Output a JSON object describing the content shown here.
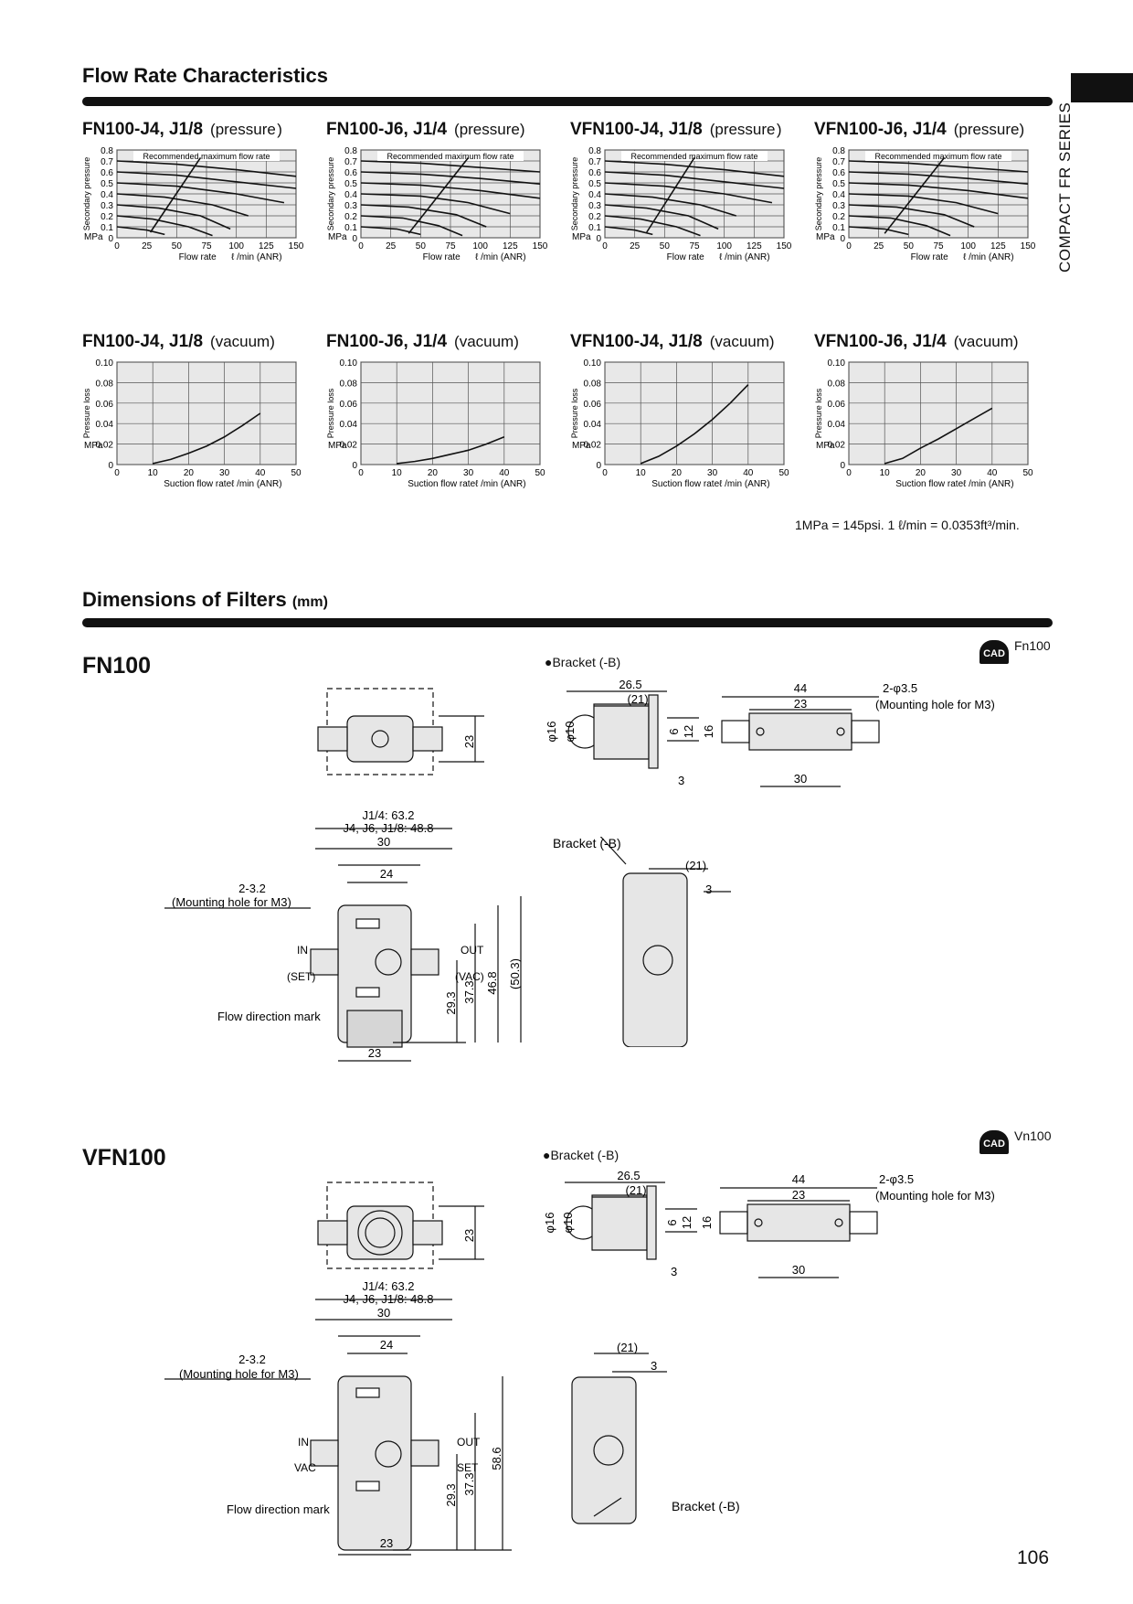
{
  "section1": {
    "title": "Flow Rate Characteristics"
  },
  "side_label": "COMPACT FR SERIES",
  "pressure_charts": [
    {
      "model": "FN100-J4, J1/8",
      "mode": "(pressure )"
    },
    {
      "model": "FN100-J6, J1/4",
      "mode": "(pressure)"
    },
    {
      "model": "VFN100-J4, J1/8",
      "mode": "(pressure )"
    },
    {
      "model": "VFN100-J6, J1/4",
      "mode": "(pressure)"
    }
  ],
  "pressure_axis": {
    "ylabel": "Secondary pressure",
    "yunit": "MPa",
    "yticks": [
      "0",
      "0.1",
      "0.2",
      "0.3",
      "0.4",
      "0.5",
      "0.6",
      "0.7",
      "0.8"
    ],
    "xticks": [
      "0",
      "25",
      "50",
      "75",
      "100",
      "125",
      "150"
    ],
    "xlabel": "Flow rate",
    "xunit": "ℓ /min (ANR)",
    "annotation": "Recommended maximum flow rate"
  },
  "vacuum_charts": [
    {
      "model": "FN100-J4, J1/8",
      "mode": "(vacuum)"
    },
    {
      "model": "FN100-J6, J1/4",
      "mode": "(vacuum)"
    },
    {
      "model": "VFN100-J4, J1/8",
      "mode": "(vacuum)"
    },
    {
      "model": "VFN100-J6, J1/4",
      "mode": "(vacuum)"
    }
  ],
  "vacuum_axis": {
    "ylabel": "Pressure loss",
    "yunit": "MPa",
    "yticks": [
      "0",
      "0.02",
      "0.04",
      "0.06",
      "0.08",
      "0.10"
    ],
    "xticks": [
      "0",
      "10",
      "20",
      "30",
      "40",
      "50"
    ],
    "xlabel": "Suction flow rate",
    "xunit": "ℓ /min (ANR)"
  },
  "chart_data": [
    {
      "type": "line",
      "title": "FN100-J4, J1/8 (pressure)",
      "xlabel": "Flow rate ℓ /min (ANR)",
      "ylabel": "Secondary pressure MPa",
      "xlim": [
        0,
        150
      ],
      "ylim": [
        0,
        0.8
      ],
      "series": [
        {
          "x": [
            0,
            50,
            100,
            150
          ],
          "y": [
            0.7,
            0.67,
            0.62,
            0.56
          ]
        },
        {
          "x": [
            0,
            50,
            100,
            150
          ],
          "y": [
            0.6,
            0.57,
            0.51,
            0.45
          ]
        },
        {
          "x": [
            0,
            50,
            100,
            140
          ],
          "y": [
            0.5,
            0.47,
            0.4,
            0.32
          ]
        },
        {
          "x": [
            0,
            40,
            80,
            110
          ],
          "y": [
            0.4,
            0.37,
            0.3,
            0.2
          ]
        },
        {
          "x": [
            0,
            35,
            70,
            95
          ],
          "y": [
            0.3,
            0.27,
            0.2,
            0.08
          ]
        },
        {
          "x": [
            0,
            30,
            60,
            80
          ],
          "y": [
            0.2,
            0.17,
            0.1,
            0.02
          ]
        },
        {
          "x": [
            0,
            25,
            40
          ],
          "y": [
            0.1,
            0.07,
            0.03
          ]
        },
        {
          "x": [
            28,
            70
          ],
          "y": [
            0.05,
            0.73
          ]
        }
      ]
    },
    {
      "type": "line",
      "title": "FN100-J6, J1/4 (pressure)",
      "xlabel": "Flow rate ℓ /min (ANR)",
      "ylabel": "Secondary pressure MPa",
      "xlim": [
        0,
        150
      ],
      "ylim": [
        0,
        0.8
      ],
      "series": [
        {
          "x": [
            0,
            50,
            100,
            150
          ],
          "y": [
            0.7,
            0.68,
            0.64,
            0.6
          ]
        },
        {
          "x": [
            0,
            50,
            100,
            150
          ],
          "y": [
            0.6,
            0.58,
            0.54,
            0.49
          ]
        },
        {
          "x": [
            0,
            50,
            100,
            150
          ],
          "y": [
            0.5,
            0.48,
            0.43,
            0.36
          ]
        },
        {
          "x": [
            0,
            50,
            90,
            125
          ],
          "y": [
            0.4,
            0.38,
            0.32,
            0.22
          ]
        },
        {
          "x": [
            0,
            40,
            80,
            105
          ],
          "y": [
            0.3,
            0.28,
            0.21,
            0.1
          ]
        },
        {
          "x": [
            0,
            35,
            65,
            85
          ],
          "y": [
            0.2,
            0.18,
            0.11,
            0.02
          ]
        },
        {
          "x": [
            0,
            30,
            50
          ],
          "y": [
            0.1,
            0.08,
            0.03
          ]
        },
        {
          "x": [
            40,
            90
          ],
          "y": [
            0.04,
            0.73
          ]
        }
      ]
    },
    {
      "type": "line",
      "title": "VFN100-J4, J1/8 (pressure)",
      "xlabel": "Flow rate ℓ /min (ANR)",
      "ylabel": "Secondary pressure MPa",
      "xlim": [
        0,
        150
      ],
      "ylim": [
        0,
        0.8
      ],
      "series": [
        {
          "x": [
            0,
            50,
            100,
            150
          ],
          "y": [
            0.7,
            0.67,
            0.62,
            0.56
          ]
        },
        {
          "x": [
            0,
            50,
            100,
            150
          ],
          "y": [
            0.6,
            0.57,
            0.51,
            0.45
          ]
        },
        {
          "x": [
            0,
            50,
            100,
            140
          ],
          "y": [
            0.5,
            0.47,
            0.4,
            0.32
          ]
        },
        {
          "x": [
            0,
            40,
            80,
            110
          ],
          "y": [
            0.4,
            0.37,
            0.3,
            0.2
          ]
        },
        {
          "x": [
            0,
            35,
            70,
            95
          ],
          "y": [
            0.3,
            0.27,
            0.2,
            0.08
          ]
        },
        {
          "x": [
            0,
            30,
            60,
            80
          ],
          "y": [
            0.2,
            0.17,
            0.1,
            0.02
          ]
        },
        {
          "x": [
            0,
            25,
            40
          ],
          "y": [
            0.1,
            0.07,
            0.03
          ]
        },
        {
          "x": [
            35,
            75
          ],
          "y": [
            0.05,
            0.73
          ]
        }
      ]
    },
    {
      "type": "line",
      "title": "VFN100-J6, J1/4 (pressure)",
      "xlabel": "Flow rate ℓ /min (ANR)",
      "ylabel": "Secondary pressure MPa",
      "xlim": [
        0,
        150
      ],
      "ylim": [
        0,
        0.8
      ],
      "series": [
        {
          "x": [
            0,
            50,
            100,
            150
          ],
          "y": [
            0.7,
            0.68,
            0.64,
            0.6
          ]
        },
        {
          "x": [
            0,
            50,
            100,
            150
          ],
          "y": [
            0.6,
            0.58,
            0.54,
            0.49
          ]
        },
        {
          "x": [
            0,
            50,
            100,
            150
          ],
          "y": [
            0.5,
            0.48,
            0.43,
            0.36
          ]
        },
        {
          "x": [
            0,
            50,
            90,
            125
          ],
          "y": [
            0.4,
            0.38,
            0.32,
            0.22
          ]
        },
        {
          "x": [
            0,
            40,
            80,
            105
          ],
          "y": [
            0.3,
            0.28,
            0.21,
            0.1
          ]
        },
        {
          "x": [
            0,
            35,
            65,
            85
          ],
          "y": [
            0.2,
            0.18,
            0.11,
            0.02
          ]
        },
        {
          "x": [
            0,
            30,
            50
          ],
          "y": [
            0.1,
            0.08,
            0.03
          ]
        },
        {
          "x": [
            30,
            80
          ],
          "y": [
            0.04,
            0.73
          ]
        }
      ]
    },
    {
      "type": "line",
      "title": "FN100-J4, J1/8 (vacuum)",
      "xlabel": "Suction flow rate ℓ /min (ANR)",
      "ylabel": "Pressure loss MPa",
      "xlim": [
        0,
        50
      ],
      "ylim": [
        0,
        0.1
      ],
      "series": [
        {
          "x": [
            10,
            15,
            20,
            25,
            30,
            35,
            40
          ],
          "y": [
            0.001,
            0.005,
            0.011,
            0.018,
            0.027,
            0.038,
            0.05
          ]
        }
      ]
    },
    {
      "type": "line",
      "title": "FN100-J6, J1/4 (vacuum)",
      "xlabel": "Suction flow rate ℓ /min (ANR)",
      "ylabel": "Pressure loss MPa",
      "xlim": [
        0,
        50
      ],
      "ylim": [
        0,
        0.1
      ],
      "series": [
        {
          "x": [
            10,
            15,
            20,
            25,
            30,
            35,
            40
          ],
          "y": [
            0.001,
            0.003,
            0.006,
            0.01,
            0.014,
            0.02,
            0.027
          ]
        }
      ]
    },
    {
      "type": "line",
      "title": "VFN100-J4, J1/8 (vacuum)",
      "xlabel": "Suction flow rate ℓ /min (ANR)",
      "ylabel": "Pressure loss MPa",
      "xlim": [
        0,
        50
      ],
      "ylim": [
        0,
        0.1
      ],
      "series": [
        {
          "x": [
            10,
            15,
            20,
            25,
            30,
            35,
            40
          ],
          "y": [
            0.001,
            0.008,
            0.018,
            0.03,
            0.044,
            0.06,
            0.078
          ]
        }
      ]
    },
    {
      "type": "line",
      "title": "VFN100-J6, J1/4 (vacuum)",
      "xlabel": "Suction flow rate ℓ /min (ANR)",
      "ylabel": "Pressure loss MPa",
      "xlim": [
        0,
        50
      ],
      "ylim": [
        0,
        0.1
      ],
      "series": [
        {
          "x": [
            10,
            15,
            20,
            25,
            30,
            35,
            40
          ],
          "y": [
            0.001,
            0.006,
            0.016,
            0.025,
            0.035,
            0.045,
            0.055
          ]
        }
      ]
    }
  ],
  "footnote": "1MPa = 145psi.  1 ℓ/min = 0.0353ft³/min.",
  "section2": {
    "title": "Dimensions of Filters",
    "unit": "(mm)"
  },
  "fn100": {
    "model": "FN100",
    "cad_label": "CAD",
    "cad_code": "Fn100",
    "bracket_heading": "●Bracket (-B)",
    "top_dim": "23",
    "bracket_dims": {
      "d265": "26.5",
      "d21": "(21)",
      "phi16": "φ16",
      "phi10": "φ10",
      "d6": "6",
      "d12": "12",
      "d16": "16",
      "d3": "3",
      "d44": "44",
      "d23": "23",
      "d30": "30",
      "holes": "2-φ3.5",
      "holes_note": "(Mounting hole for M3)"
    },
    "front_dims": {
      "j14": "J1/4: 63.2",
      "j4": "J4, J6, J1/8: 48.8",
      "d30": "30",
      "d24": "24",
      "hole": "2-3.2",
      "hole_note": "(Mounting hole for M3)",
      "in": "IN",
      "in_sub": "(SET)",
      "out": "OUT",
      "out_sub": "(VAC)",
      "flow_mark": "Flow direction mark",
      "d293": "29.3",
      "d373": "37.3",
      "d468": "46.8",
      "d503": "(50.3)",
      "d23": "23"
    },
    "side_dims": {
      "bracket": "Bracket (-B)",
      "d21": "(21)",
      "d3": "3"
    }
  },
  "vfn100": {
    "model": "VFN100",
    "cad_label": "CAD",
    "cad_code": "Vn100",
    "bracket_heading": "●Bracket (-B)",
    "top_dim": "23",
    "bracket_dims": {
      "d265": "26.5",
      "d21": "(21)",
      "phi16": "φ16",
      "phi10": "φ10",
      "d6": "6",
      "d12": "12",
      "d16": "16",
      "d3": "3",
      "d44": "44",
      "d23": "23",
      "d30": "30",
      "holes": "2-φ3.5",
      "holes_note": "(Mounting hole for M3)"
    },
    "front_dims": {
      "j14": "J1/4: 63.2",
      "j4": "J4, J6, J1/8: 48.8",
      "d30": "30",
      "d24": "24",
      "hole": "2-3.2",
      "hole_note": "(Mounting hole for M3)",
      "in": "IN",
      "in_sub": "VAC",
      "out": "OUT",
      "out_sub": "SET",
      "flow_mark": "Flow direction mark",
      "d293": "29.3",
      "d373": "37.3",
      "d586": "58.6",
      "d23": "23"
    },
    "side_dims": {
      "bracket": "Bracket (-B)",
      "d21": "(21)",
      "d3": "3"
    }
  },
  "page_number": "106"
}
